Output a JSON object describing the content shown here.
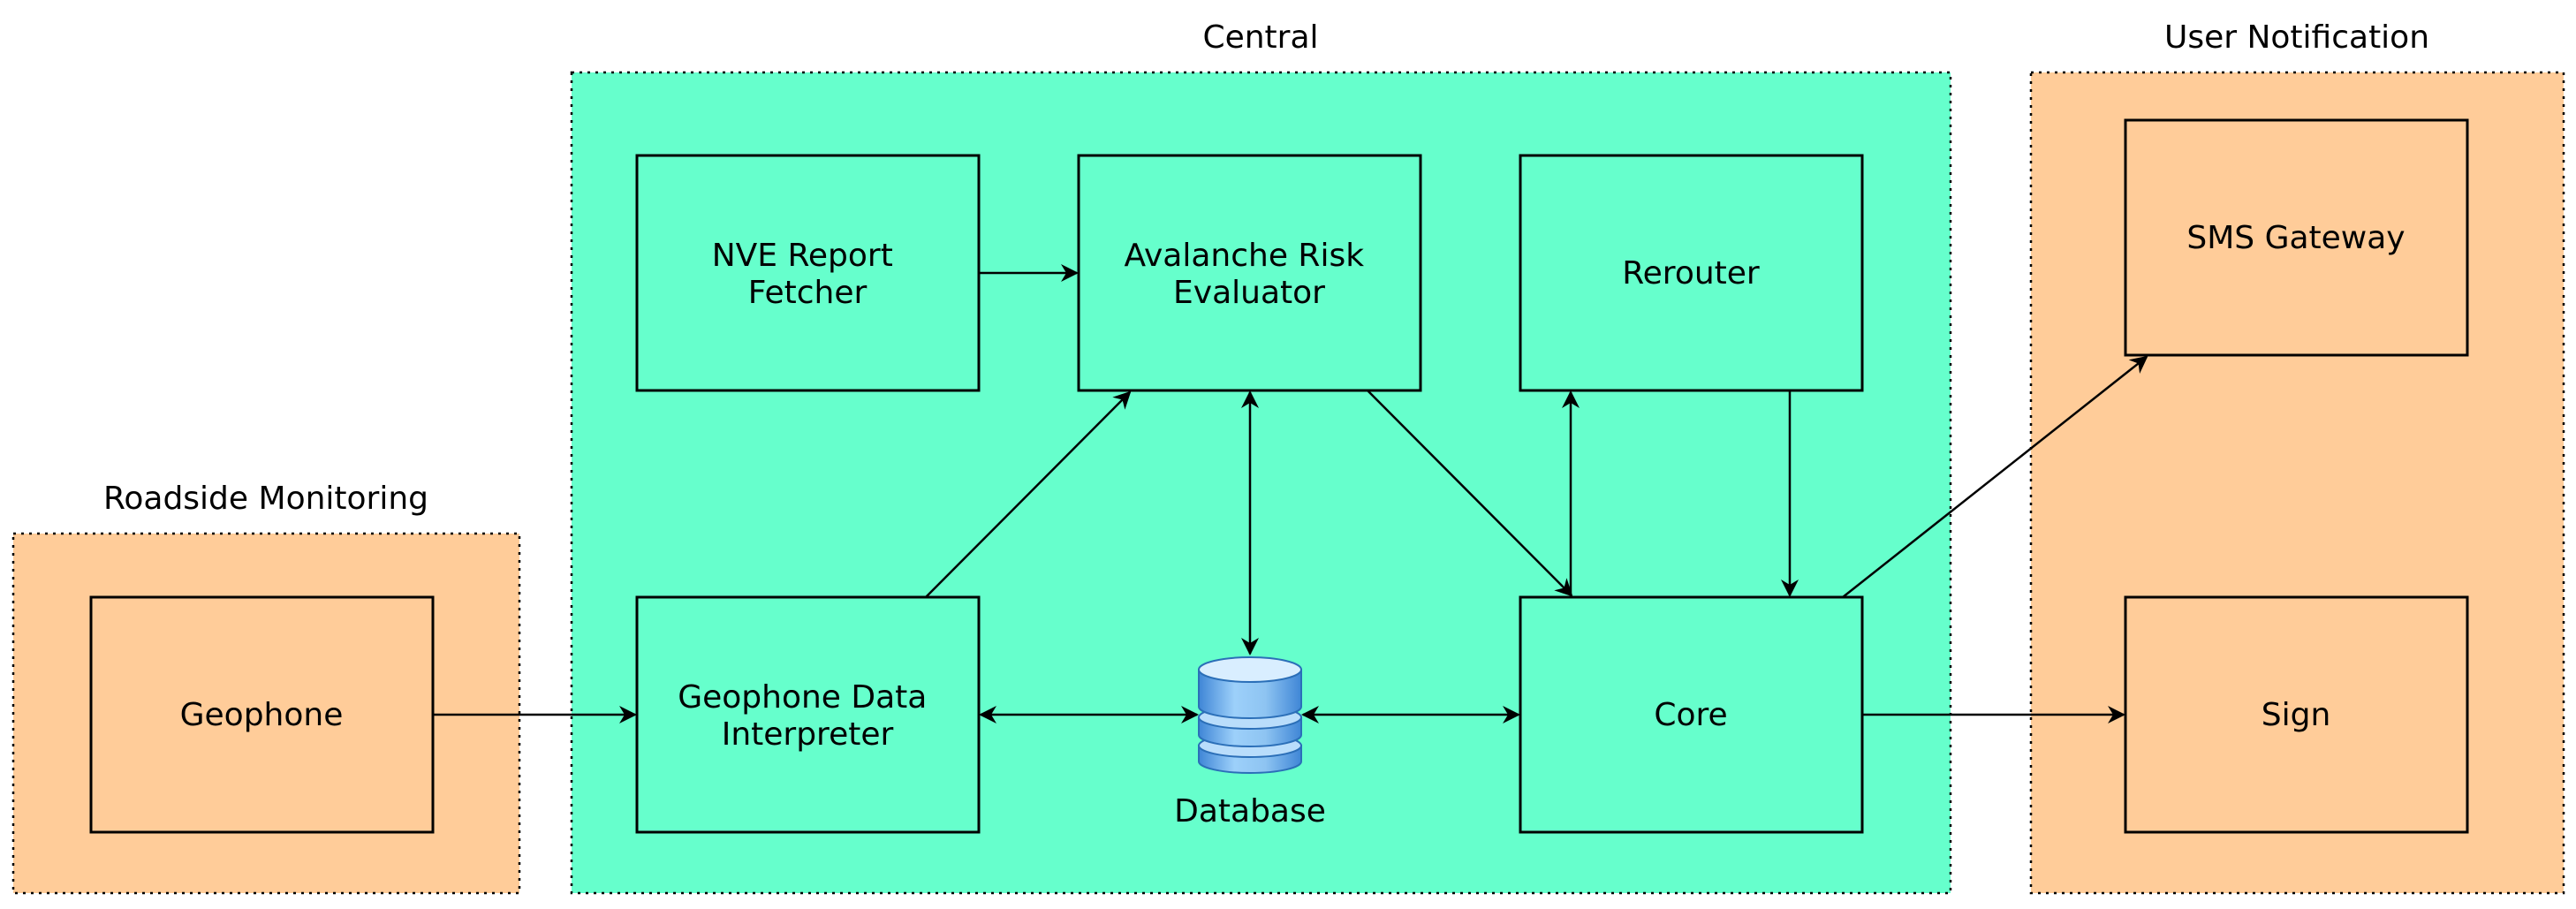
{
  "colors": {
    "central_fill": "#66ffcc",
    "peripheral_fill": "#ffcc99",
    "stroke": "#000000",
    "db_light": "#cfe8ff",
    "db_mid": "#8ec4f2",
    "db_dark": "#3f86d6"
  },
  "groups": {
    "roadside": {
      "title": "Roadside Monitoring"
    },
    "central": {
      "title": "Central"
    },
    "user": {
      "title": "User Notification"
    }
  },
  "boxes": {
    "geophone": {
      "line1": "Geophone"
    },
    "nve": {
      "line1": "NVE Report",
      "line2": "Fetcher"
    },
    "are": {
      "line1": "Avalanche Risk",
      "line2": "Evaluator"
    },
    "rerouter": {
      "line1": "Rerouter"
    },
    "gdi": {
      "line1": "Geophone Data",
      "line2": "Interpreter"
    },
    "core": {
      "line1": "Core"
    },
    "sms": {
      "line1": "SMS Gateway"
    },
    "sign": {
      "line1": "Sign"
    }
  },
  "database": {
    "label": "Database",
    "icon": "database-icon"
  }
}
